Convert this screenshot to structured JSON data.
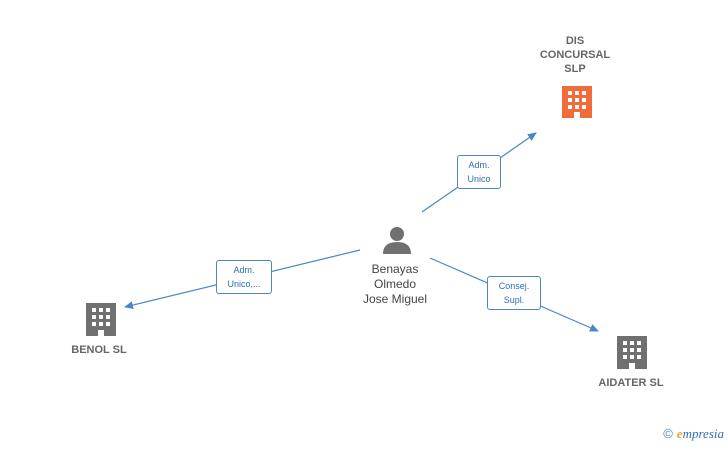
{
  "colors": {
    "edge": "#4a86c8",
    "highlight_building": "#f26b3a",
    "building": "#707070",
    "person": "#707070"
  },
  "nodes": {
    "center": {
      "name_lines": [
        "Benayas",
        "Olmedo",
        "Jose Miguel"
      ],
      "icon": "person-icon"
    },
    "dis": {
      "name_lines": [
        "DIS",
        "CONCURSAL",
        "SLP"
      ],
      "icon": "building-icon"
    },
    "benol": {
      "name_lines": [
        "BENOL SL"
      ],
      "icon": "building-icon"
    },
    "aidater": {
      "name_lines": [
        "AIDATER SL"
      ],
      "icon": "building-icon"
    }
  },
  "edges": {
    "to_dis": {
      "label_lines": [
        "Adm.",
        "Unico"
      ]
    },
    "to_benol": {
      "label_lines": [
        "Adm.",
        "Unico,..."
      ]
    },
    "to_aidater": {
      "label_lines": [
        "Consej.",
        "Supl."
      ]
    }
  },
  "brand": {
    "copyright": "©",
    "name_initial": "e",
    "name_rest": "mpresia"
  }
}
